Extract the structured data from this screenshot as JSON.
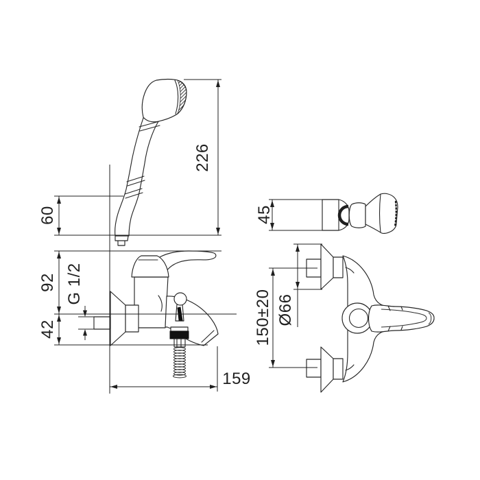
{
  "drawing": {
    "subject": "Wall-mounted bath-shower mixer with handset — dimensional technical drawing",
    "background_color": "#ffffff",
    "line_color": "#1f1f1f"
  },
  "dimensions": {
    "handset_overall_height": "226",
    "handset_below_bracket": "60",
    "body_height_above_axis": "92",
    "thread_size": "G 1/2",
    "spout_drop_below_axis": "42",
    "spout_reach": "159",
    "bracket_height": "45",
    "flange_diameter": "Ø66",
    "inlet_centre_distance": "150±20"
  }
}
